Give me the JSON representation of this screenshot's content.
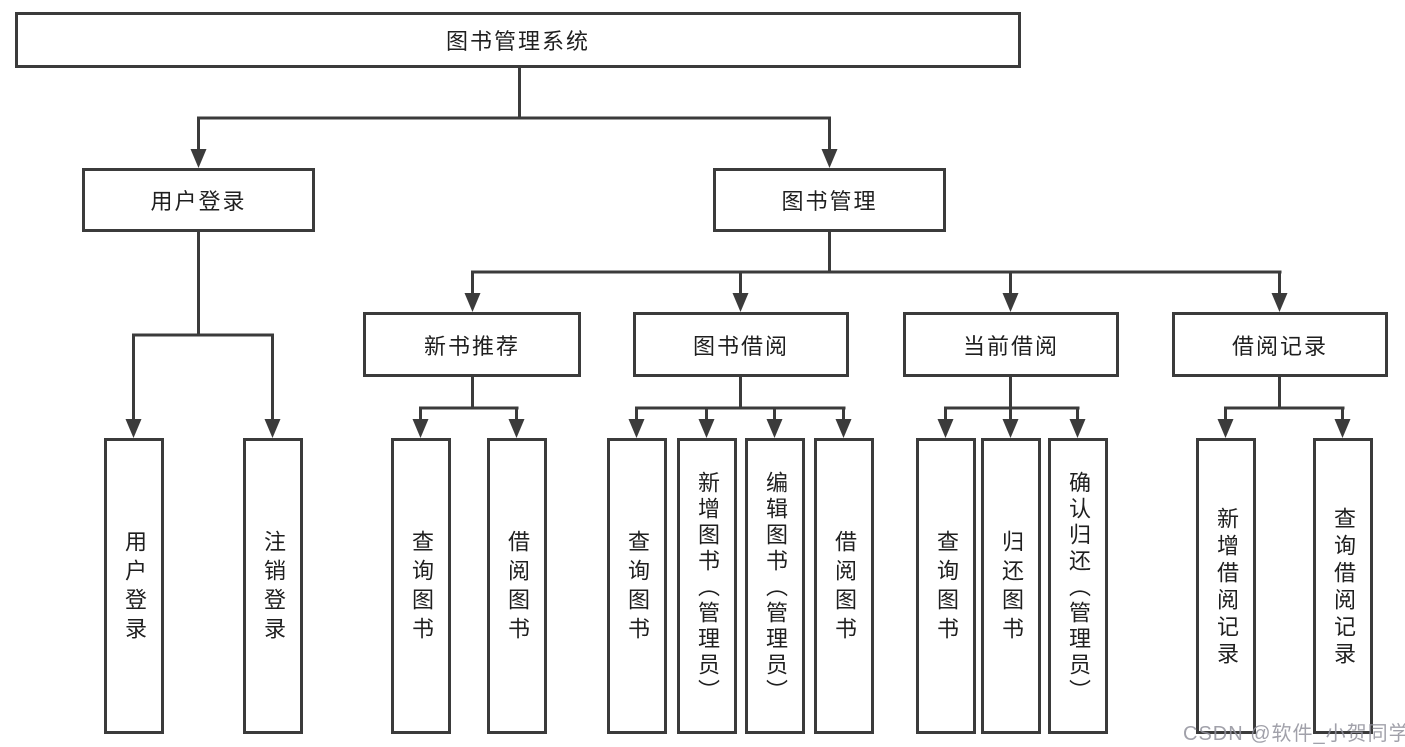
{
  "diagram": {
    "root": {
      "label": "图书管理系统"
    },
    "level2": [
      {
        "id": "user-login",
        "label": "用户登录"
      },
      {
        "id": "book-management",
        "label": "图书管理"
      }
    ],
    "level3": [
      {
        "id": "new-book-recommend",
        "label": "新书推荐"
      },
      {
        "id": "book-borrowing",
        "label": "图书借阅"
      },
      {
        "id": "current-borrowing",
        "label": "当前借阅"
      },
      {
        "id": "borrowing-records",
        "label": "借阅记录"
      }
    ],
    "leaves": [
      {
        "parent": "user-login",
        "label": "用户登录"
      },
      {
        "parent": "user-login",
        "label": "注销登录"
      },
      {
        "parent": "new-book-recommend",
        "label": "查询图书"
      },
      {
        "parent": "new-book-recommend",
        "label": "借阅图书"
      },
      {
        "parent": "book-borrowing",
        "label": "查询图书"
      },
      {
        "parent": "book-borrowing",
        "label": "新增图书（管理员）"
      },
      {
        "parent": "book-borrowing",
        "label": "编辑图书（管理员）"
      },
      {
        "parent": "book-borrowing",
        "label": "借阅图书"
      },
      {
        "parent": "current-borrowing",
        "label": "查询图书"
      },
      {
        "parent": "current-borrowing",
        "label": "归还图书"
      },
      {
        "parent": "current-borrowing",
        "label": "确认归还（管理员）"
      },
      {
        "parent": "borrowing-records",
        "label": "新增借阅记录"
      },
      {
        "parent": "borrowing-records",
        "label": "查询借阅记录"
      }
    ],
    "watermark": "CSDN @软件_小贺同学",
    "colors": {
      "line": "#3b3b3b",
      "text": "#1f1f1f",
      "background": "#ffffff",
      "watermark": "#9191a0"
    }
  }
}
